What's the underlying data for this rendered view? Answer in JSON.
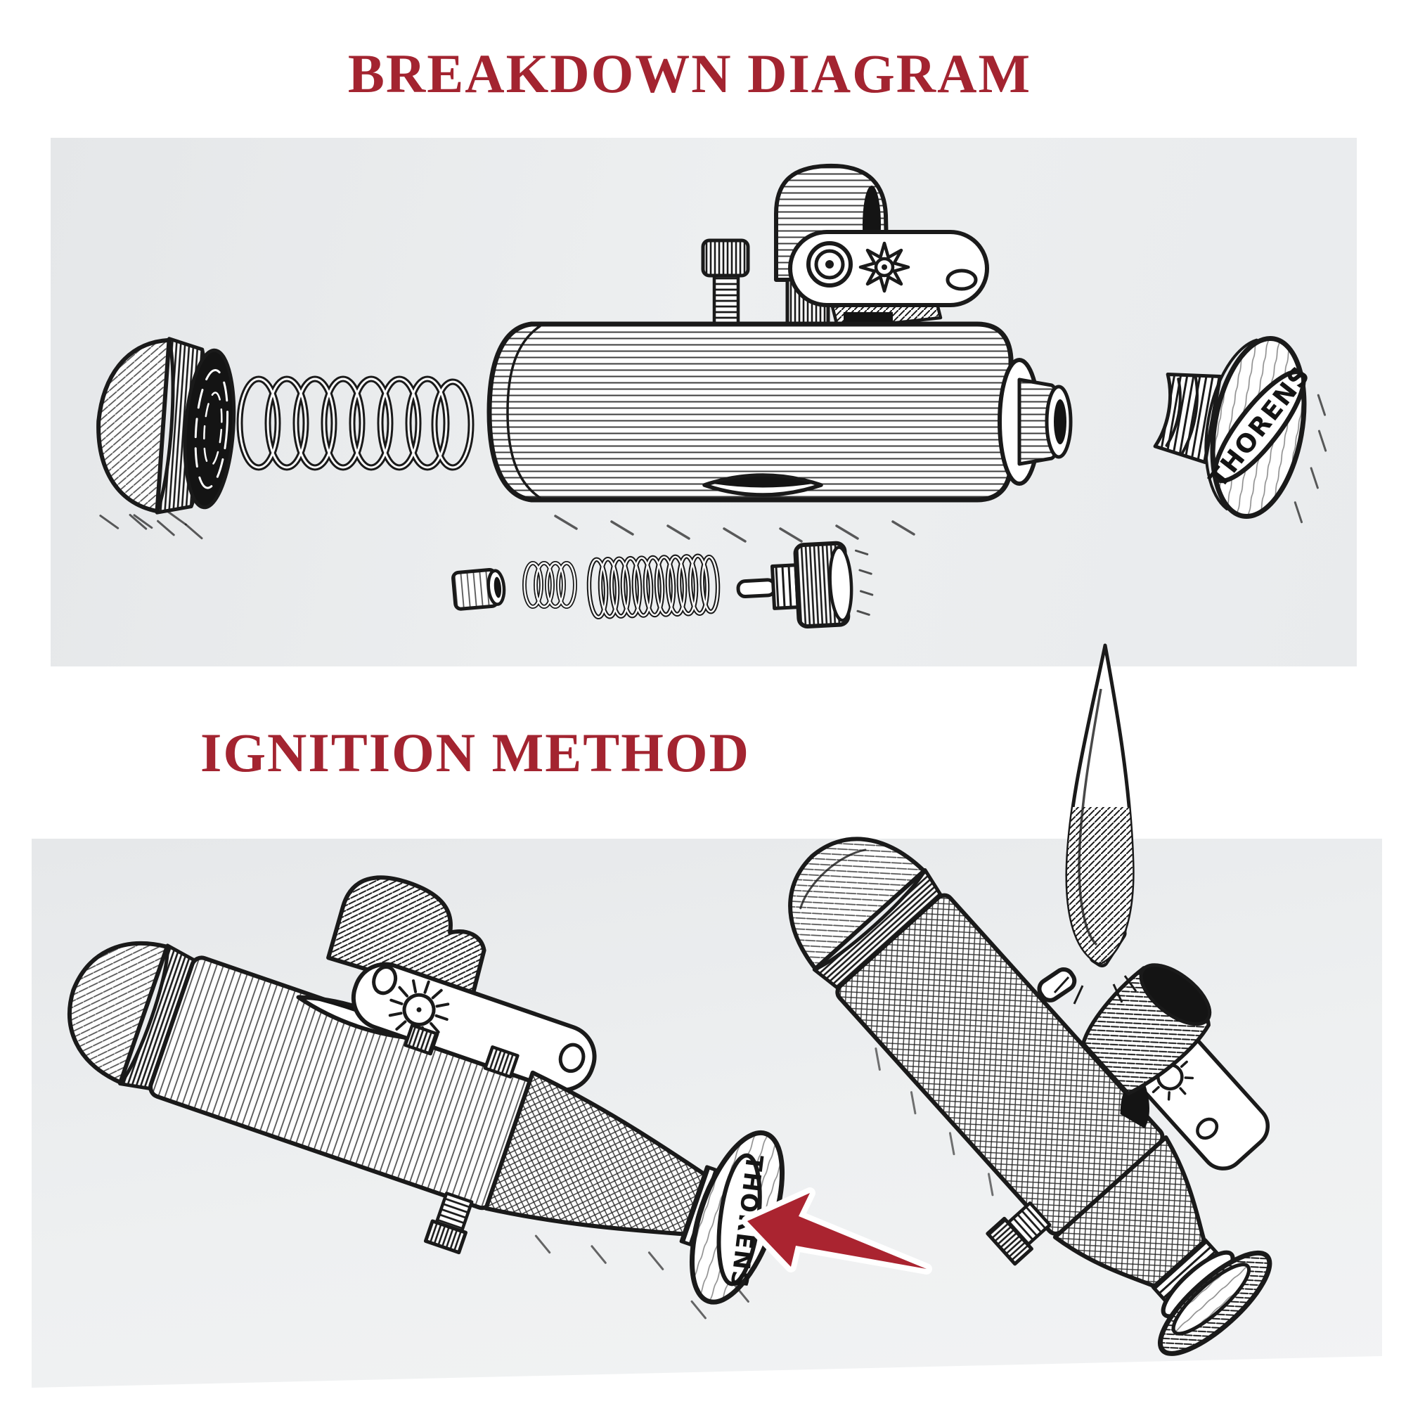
{
  "titles": {
    "breakdown": "BREAKDOWN DIAGRAM",
    "ignition": "IGNITION METHOD"
  },
  "brand": {
    "logo": "THORENS"
  },
  "colors": {
    "title-red": "#A32430",
    "arrow-red": "#AA2430",
    "ink": "#1A1A1A",
    "panel-light": "#EDEFF0",
    "panel-dark": "#E5E7E9",
    "background": "#FFFFFF"
  }
}
